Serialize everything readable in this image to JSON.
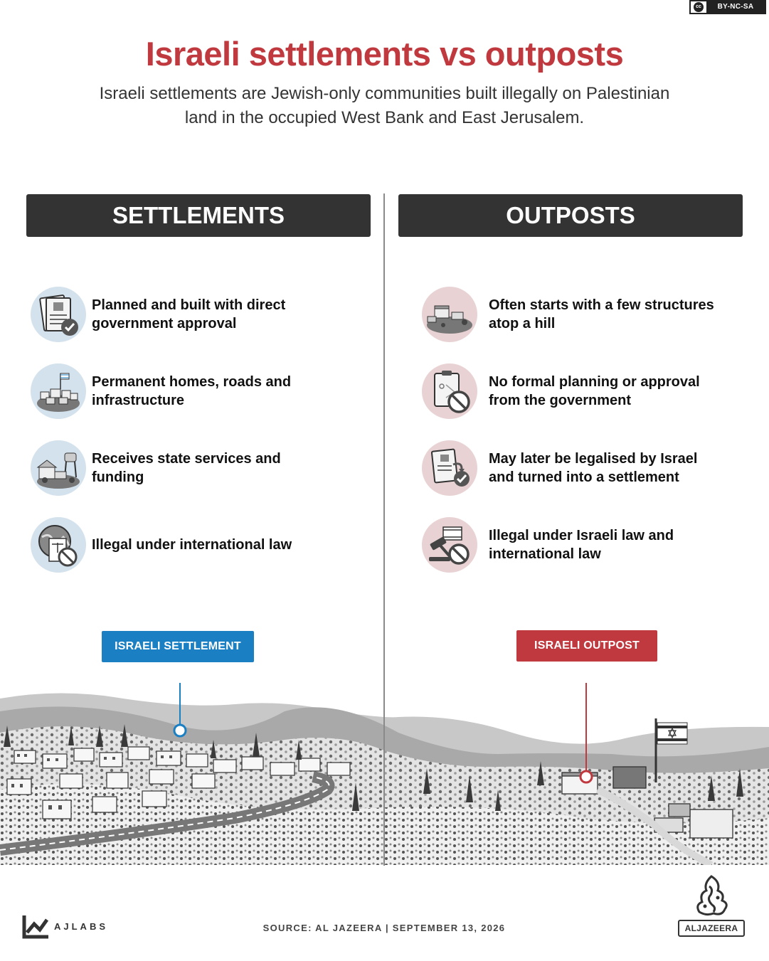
{
  "license": {
    "cc": "cc",
    "tag": "BY-NC-SA"
  },
  "title": "Israeli settlements vs outposts",
  "subtitle": "Israeli settlements are Jewish-only communities built illegally on Palestinian land in the occupied West Bank and East Jerusalem.",
  "settlements": {
    "heading": "SETTLEMENTS",
    "items": [
      {
        "text": "Planned and built with direct government approval",
        "icon": "approved-document-icon"
      },
      {
        "text": "Permanent homes, roads and infrastructure",
        "icon": "settlement-town-icon"
      },
      {
        "text": "Receives state services and funding",
        "icon": "water-tower-services-icon"
      },
      {
        "text": "Illegal under international law",
        "icon": "globe-illegal-icon"
      }
    ]
  },
  "outposts": {
    "heading": "OUTPOSTS",
    "items": [
      {
        "text": "Often starts with a few structures atop a hill",
        "icon": "hilltop-structures-icon"
      },
      {
        "text": "No formal planning or approval from the government",
        "icon": "no-approval-clipboard-icon"
      },
      {
        "text": "May later be legalised by Israel and turned into a settlement",
        "icon": "legalised-document-icon"
      },
      {
        "text": "Illegal under Israeli law and international law",
        "icon": "gavel-illegal-icon"
      }
    ]
  },
  "labels": {
    "settlement": "ISRAELI SETTLEMENT",
    "outpost": "ISRAELI OUTPOST"
  },
  "colors": {
    "title": "#c0393f",
    "settlement_accent": "#1b7fc4",
    "outpost_accent": "#c0393f",
    "header_bg": "#333333",
    "settlement_circle": "#d3e2ec",
    "outpost_circle": "#e8d2d4"
  },
  "footer": {
    "brand": "AJLABS",
    "source": "SOURCE: AL JAZEERA  |  SEPTEMBER 13, 2026",
    "network": "ALJAZEERA"
  }
}
